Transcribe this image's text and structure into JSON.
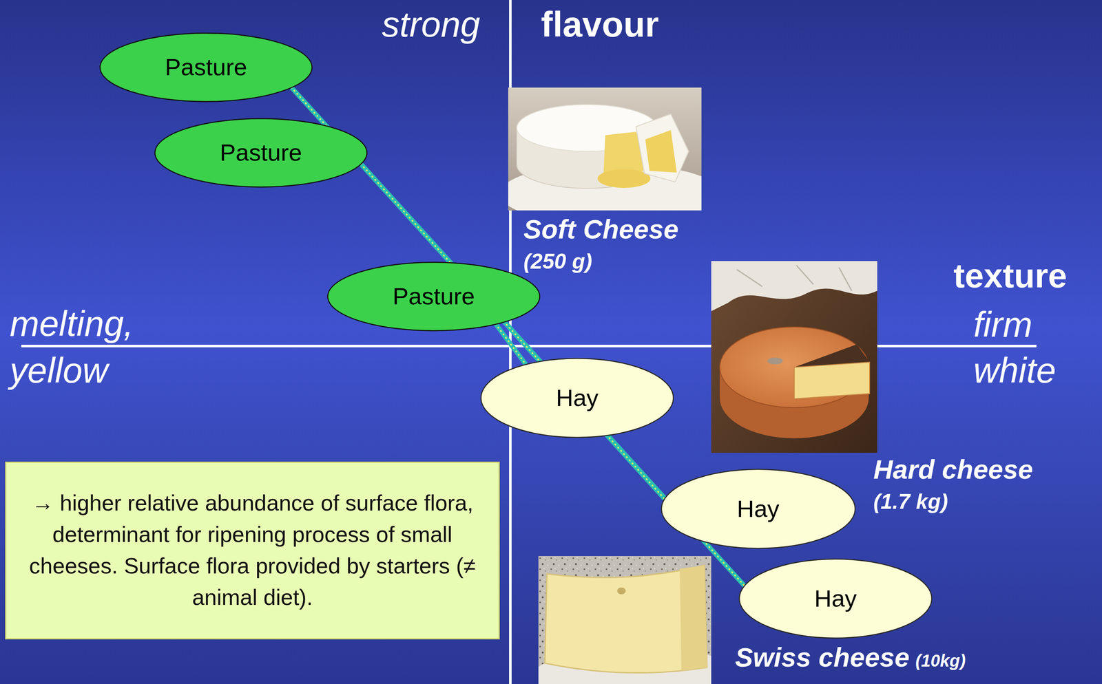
{
  "diagram": {
    "nodes": [
      {
        "text": [
          "Pasture"
        ]
      },
      {
        "text": [
          "Pasture"
        ]
      },
      {
        "text": [
          "Pasture"
        ]
      },
      {
        "text": [
          "Hay"
        ]
      },
      {
        "text": [
          "Hay"
        ]
      },
      {
        "text": [
          "Hay"
        ]
      },
      {
        "text": [
          "→ higher relative abundance of surface flora, determinant for ripening process of small cheeses. Surface flora provided by starters (≠ animal diet)."
        ]
      }
    ],
    "edges": [
      {
        "from": 0,
        "to": 5,
        "arrow": "none"
      },
      {
        "from": 1,
        "to": 4,
        "arrow": "none"
      },
      {
        "from": 2,
        "to": 3,
        "arrow": "none"
      }
    ],
    "labels": [
      "strong",
      "flavour",
      "texture",
      "melting,",
      "yellow",
      "firm",
      "white",
      "Soft Cheese",
      "(250 g)",
      "Hard cheese",
      "(1.7 kg)",
      "Swiss cheese",
      "(10kg)"
    ]
  }
}
